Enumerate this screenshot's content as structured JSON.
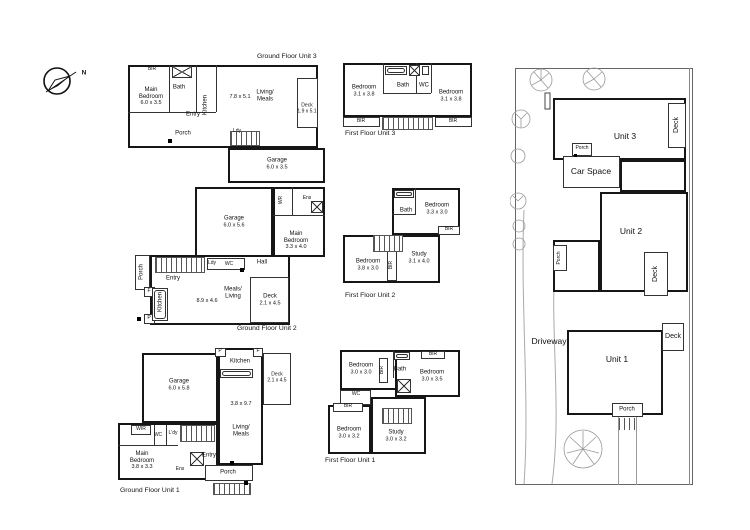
{
  "compass": {
    "label": "N"
  },
  "plans": {
    "gf3": {
      "title": "Ground Floor Unit 3",
      "rooms": [
        {
          "label": "BIR"
        },
        {
          "label": "Main\nBedroom",
          "dim": "6.0 x 3.5"
        },
        {
          "label": "Bath"
        },
        {
          "label": "Kitchen"
        },
        {
          "label": "7.8 x 5.1"
        },
        {
          "label": "Living/\nMeals"
        },
        {
          "label": "Deck",
          "dim": "1.9 x 5.1"
        },
        {
          "label": "Entry"
        },
        {
          "label": "Porch"
        },
        {
          "label": "Ldy"
        },
        {
          "label": "Garage",
          "dim": "6.0 x 3.5"
        }
      ]
    },
    "ff3": {
      "title": "First Floor Unit 3",
      "rooms": [
        {
          "label": "Bedroom",
          "dim": "3.1 x 3.8"
        },
        {
          "label": "Bath"
        },
        {
          "label": "WC"
        },
        {
          "label": "Bedroom",
          "dim": "3.1 x 3.8"
        },
        {
          "label": "BIR"
        },
        {
          "label": "BIR"
        }
      ]
    },
    "gf2": {
      "title": "Ground Floor Unit 2",
      "rooms": [
        {
          "label": "Garage",
          "dim": "6.0 x 5.6"
        },
        {
          "label": "WR"
        },
        {
          "label": "Ens"
        },
        {
          "label": "Main\nBedroom",
          "dim": "3.3 x 4.0"
        },
        {
          "label": "Ldy"
        },
        {
          "label": "WC"
        },
        {
          "label": "Hall"
        },
        {
          "label": "Porch"
        },
        {
          "label": "Entry"
        },
        {
          "label": "F"
        },
        {
          "label": "Kitchen"
        },
        {
          "label": "P"
        },
        {
          "label": "Meals/\nLiving"
        },
        {
          "label": "8.9 x 4.6"
        },
        {
          "label": "Deck",
          "dim": "2.1 x 4.5"
        }
      ]
    },
    "ff2": {
      "title": "First Floor Unit 2",
      "rooms": [
        {
          "label": "Bath"
        },
        {
          "label": "Bedroom",
          "dim": "3.3 x 3.0"
        },
        {
          "label": "BIR"
        },
        {
          "label": "Bedroom",
          "dim": "3.8 x 3.0"
        },
        {
          "label": "BIR"
        },
        {
          "label": "Study",
          "dim": "3.1 x 4.0"
        }
      ]
    },
    "gf1": {
      "title": "Ground Floor Unit 1",
      "rooms": [
        {
          "label": "P"
        },
        {
          "label": "F"
        },
        {
          "label": "Kitchen"
        },
        {
          "label": "Garage",
          "dim": "6.0 x 5.8"
        },
        {
          "label": "Deck",
          "dim": "2.1 x 4.5"
        },
        {
          "label": "3.8 x 9.7"
        },
        {
          "label": "Living/\nMeals"
        },
        {
          "label": "WIR"
        },
        {
          "label": "WC"
        },
        {
          "label": "L'dy"
        },
        {
          "label": "Main\nBedroom",
          "dim": "3.8 x 3.3"
        },
        {
          "label": "Ens"
        },
        {
          "label": "Entry"
        },
        {
          "label": "Porch"
        }
      ]
    },
    "ff1": {
      "title": "First Floor Unit 1",
      "rooms": [
        {
          "label": "Bedroom",
          "dim": "3.0 x 3.0"
        },
        {
          "label": "BIR"
        },
        {
          "label": "Bath"
        },
        {
          "label": "BIR"
        },
        {
          "label": "Bedroom",
          "dim": "3.0 x 3.5"
        },
        {
          "label": "WC"
        },
        {
          "label": "BIR"
        },
        {
          "label": "Bedroom",
          "dim": "3.0 x 3.2"
        },
        {
          "label": "Study",
          "dim": "3.0 x 3.2"
        }
      ]
    }
  },
  "site": {
    "unit3_label": "Unit 3",
    "unit3_deck": "Deck",
    "unit3_porch": "Porch",
    "car_space": "Car Space",
    "unit2_label": "Unit 2",
    "unit2_porch": "Porch",
    "unit2_deck": "Deck",
    "driveway": "Driveway",
    "unit1_deck": "Deck",
    "unit1_label": "Unit 1",
    "unit1_porch": "Porch"
  }
}
